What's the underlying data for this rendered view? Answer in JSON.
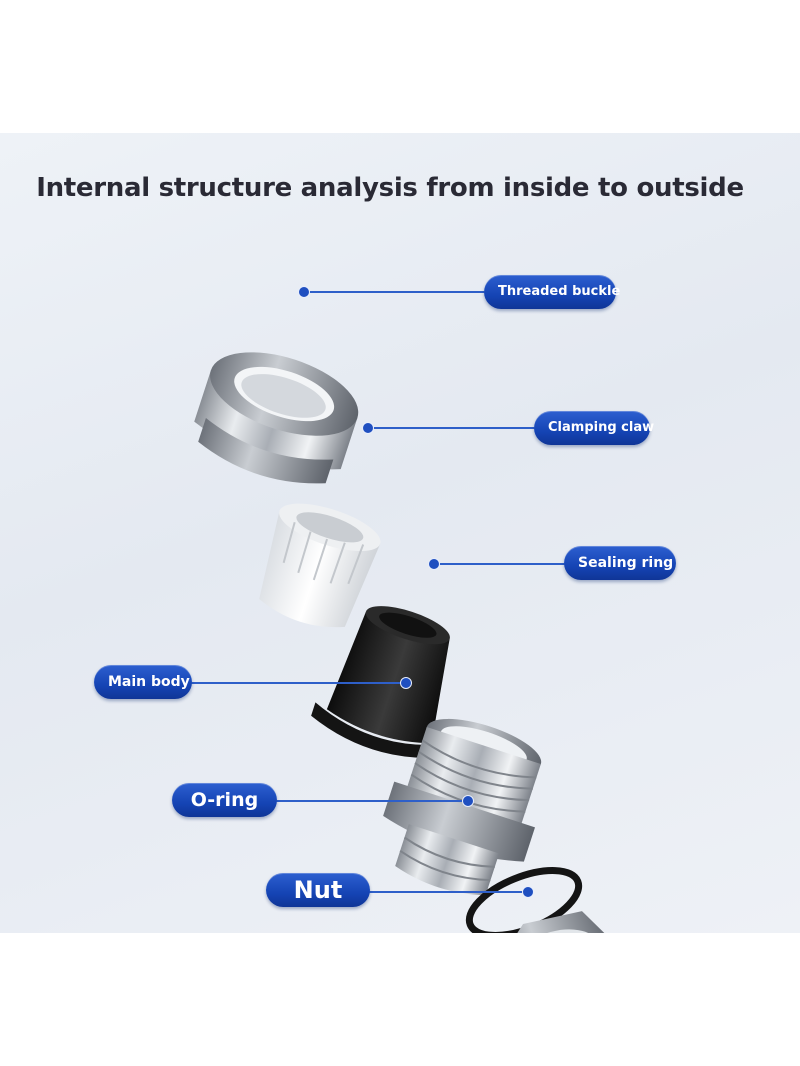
{
  "title": "Internal structure analysis from inside to outside",
  "labels": {
    "threaded_buckle": "Threaded buckle",
    "clamping_claw": "Clamping claw",
    "sealing_ring": "Sealing ring",
    "main_body": "Main body",
    "o_ring": "O-ring",
    "nut": "Nut"
  },
  "colors": {
    "label_blue": "#1544b4",
    "leader_line": "#2e5fc9",
    "metal": "#c8ccd2",
    "claw_white": "#f7f7f7",
    "seal_black": "#1a1a1a"
  }
}
